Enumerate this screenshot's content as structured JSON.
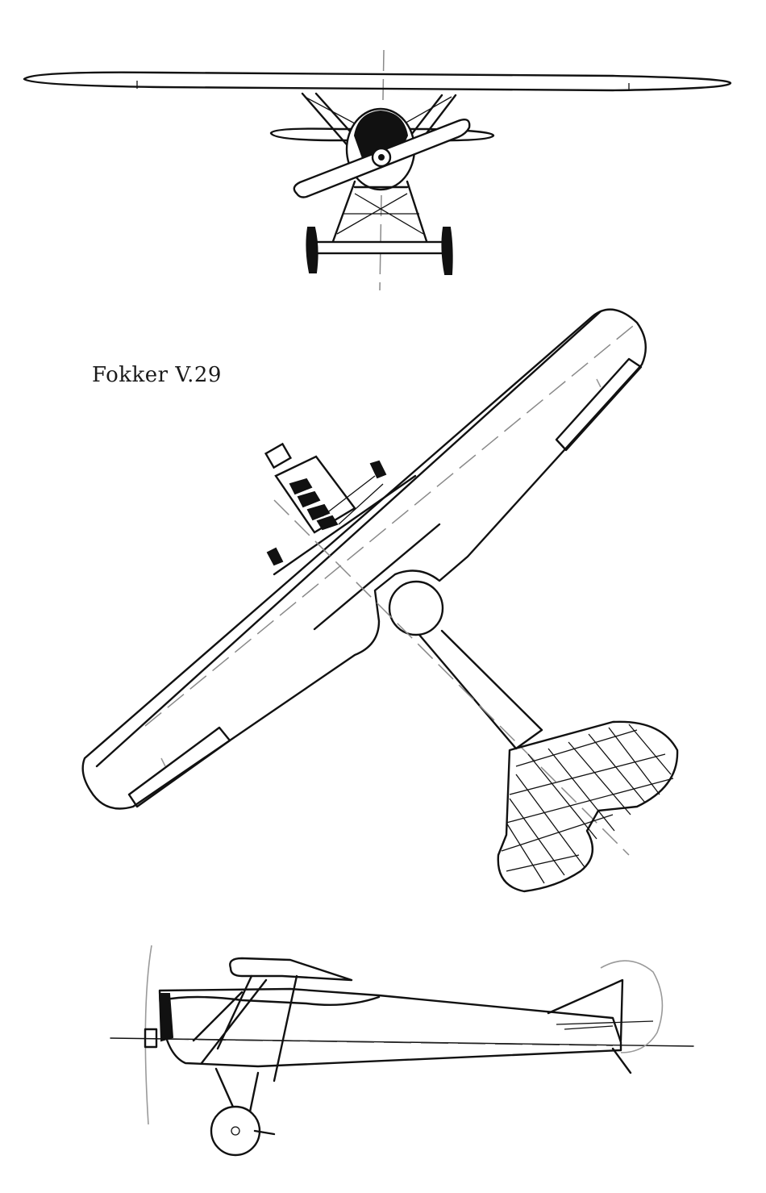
{
  "drawing": {
    "caption": "Fokker V.29",
    "views": [
      {
        "name": "front",
        "icon": "front-view-drawing"
      },
      {
        "name": "top",
        "icon": "top-view-drawing"
      },
      {
        "name": "side",
        "icon": "side-view-drawing"
      }
    ],
    "colors": {
      "line": "#111111",
      "centerline": "#8a8a8a",
      "background": "#ffffff"
    }
  }
}
